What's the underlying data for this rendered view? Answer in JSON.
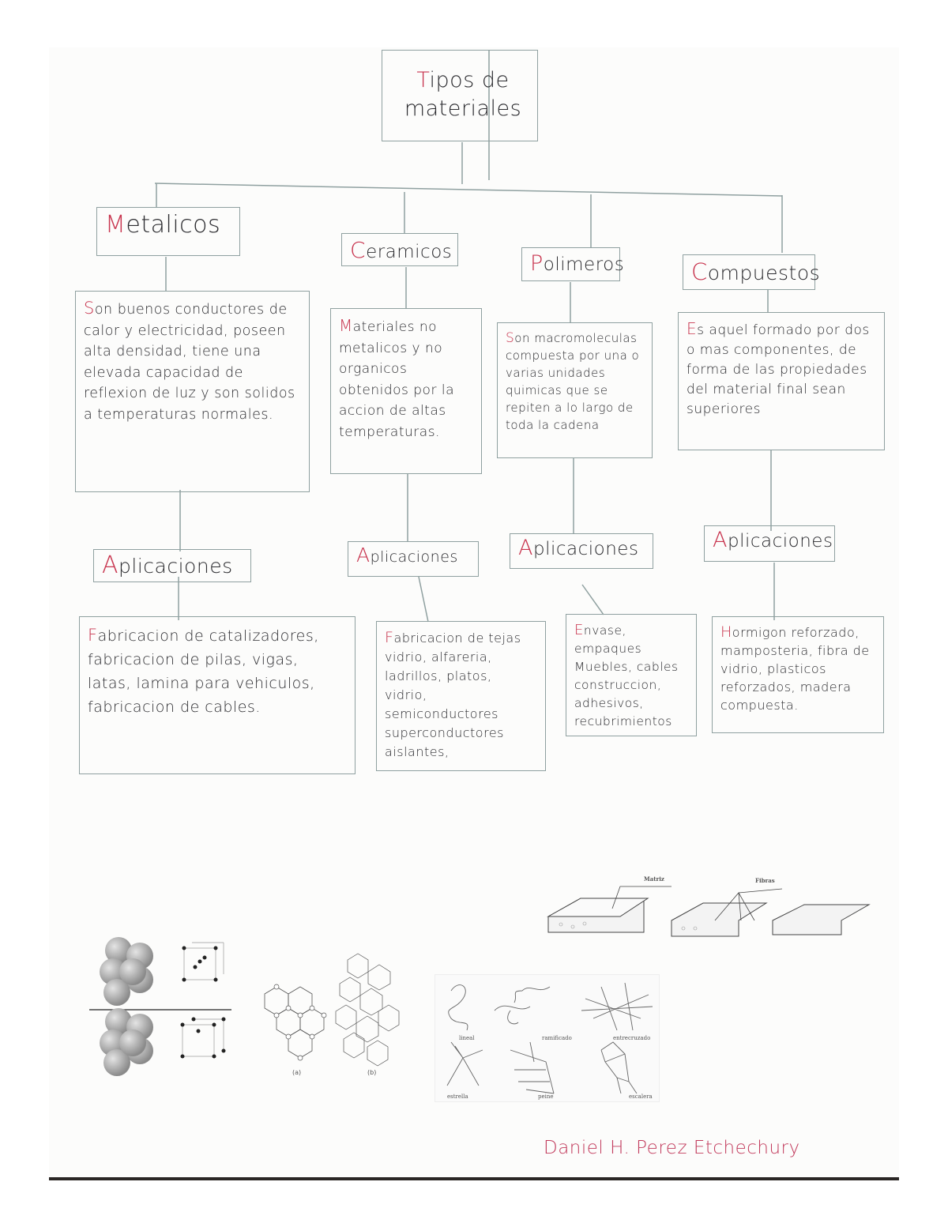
{
  "title": {
    "first_letter": "T",
    "rest_line1": "ipos  de",
    "line2": "materiales"
  },
  "categories": [
    {
      "name_first": "M",
      "name_rest": "etalicos",
      "description_first": "S",
      "description": "on buenos conductores de calor y electricidad, poseen alta densidad, tiene una elevada capacidad de reflexion de luz y son solidos a temperaturas normales.",
      "applications_label_first": "A",
      "applications_label_rest": "plicaciones",
      "applications_first": "F",
      "applications": "abricacion de catalizadores, fabricacion de pilas, vigas, latas, lamina para vehiculos, fabricacion de cables."
    },
    {
      "name_first": "C",
      "name_rest": "eramicos",
      "description_first": "M",
      "description": "ateriales no metalicos y no organicos obtenidos por la accion de altas temperaturas.",
      "applications_label_first": "A",
      "applications_label_rest": "plicaciones",
      "applications_first": "F",
      "applications": "abricacion de tejas vidrio, alfareria, ladrillos, platos, vidrio, semiconductores superconductores aislantes,"
    },
    {
      "name_first": "P",
      "name_rest": "olimeros",
      "description_first": "S",
      "description": "on macromoleculas compuesta por una o varias unidades quimicas que se repiten a lo largo de toda la cadena",
      "applications_label_first": "A",
      "applications_label_rest": "plicaciones",
      "applications_first": "E",
      "applications": "nvase, empaques Muebles, cables construccion, adhesivos, recubrimientos"
    },
    {
      "name_first": "C",
      "name_rest": "ompuestos",
      "description_first": "E",
      "description": "s aquel formado por dos o mas componentes, de forma de las propiedades del material final sean superiores",
      "applications_label_first": "A",
      "applications_label_rest": "plicaciones",
      "applications_first": "H",
      "applications": "ormigon reforzado, mamposteria, fibra de vidrio, plasticos reforzados, madera compuesta."
    }
  ],
  "figures": {
    "composite": {
      "labels": [
        "Matriz",
        "Fibras"
      ]
    },
    "ceramic_network": {
      "labels": [
        "(a)",
        "(b)"
      ]
    },
    "polymer_structures": {
      "labels": [
        "lineal",
        "ramificado",
        "entrecruzado",
        "estrella",
        "peine",
        "escalera"
      ]
    }
  },
  "signature": "Daniel H. Perez  Etchechury",
  "colors": {
    "accent_red": "#c8354f",
    "ink": "#2c2c30",
    "box_line": "#8fa0a0"
  }
}
